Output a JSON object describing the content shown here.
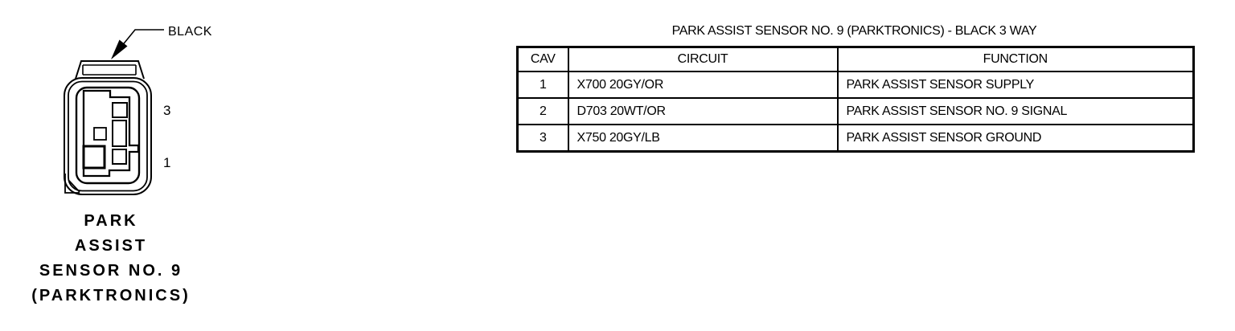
{
  "figure": {
    "color_callout": "BLACK",
    "pin_top_label": "3",
    "pin_bottom_label": "1",
    "caption": {
      "line1": "PARK",
      "line2": "ASSIST",
      "line3": "SENSOR NO. 9",
      "line4": "(PARKTRONICS)"
    }
  },
  "table": {
    "title": "PARK ASSIST SENSOR NO. 9 (PARKTRONICS) - BLACK 3 WAY",
    "headers": {
      "cav": "CAV",
      "circuit": "CIRCUIT",
      "function": "FUNCTION"
    },
    "rows": [
      {
        "cav": "1",
        "circuit": "X700 20GY/OR",
        "function": "PARK ASSIST SENSOR SUPPLY"
      },
      {
        "cav": "2",
        "circuit": "D703 20WT/OR",
        "function": "PARK ASSIST SENSOR NO. 9 SIGNAL"
      },
      {
        "cav": "3",
        "circuit": "X750 20GY/LB",
        "function": "PARK ASSIST SENSOR GROUND"
      }
    ]
  },
  "colors": {
    "ink": "#000000",
    "background": "#ffffff"
  }
}
